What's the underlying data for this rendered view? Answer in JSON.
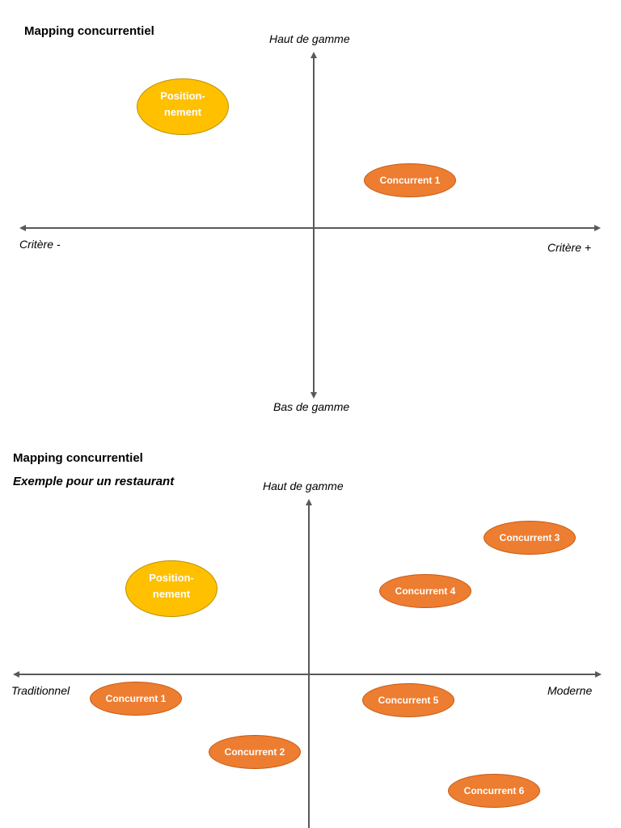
{
  "colors": {
    "axis": "#595959",
    "competitor": "#ed7d31",
    "positioning": "#ffc000",
    "bubble_text": "#ffffff"
  },
  "diagram1": {
    "title": "Mapping concurrentiel",
    "axis_top": "Haut de gamme",
    "axis_bottom": "Bas de gamme",
    "axis_left": "Critère -",
    "axis_right": "Critère +",
    "positioning": "Position-\nnement\n…",
    "competitors": [
      "Concurrent 1"
    ]
  },
  "diagram2": {
    "title": "Mapping concurrentiel",
    "subtitle": "Exemple pour un restaurant",
    "axis_top": "Haut de gamme",
    "axis_left": "Traditionnel",
    "axis_right": "Moderne",
    "positioning": "Position-\nnement\n…",
    "competitors": [
      "Concurrent 1",
      "Concurrent 2",
      "Concurrent 3",
      "Concurrent 4",
      "Concurrent 5",
      "Concurrent 6"
    ]
  }
}
